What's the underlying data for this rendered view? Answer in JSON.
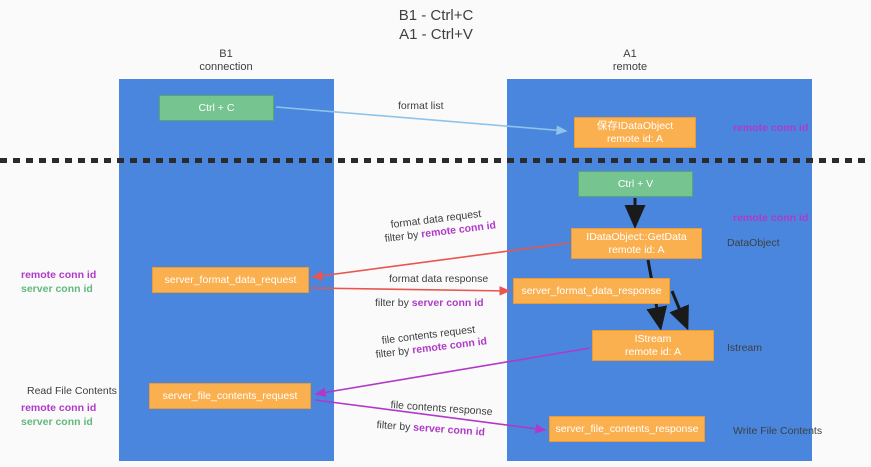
{
  "title": "B1 - Ctrl+C\nA1 - Ctrl+V",
  "columns": {
    "left": "B1\nconnection",
    "right": "A1\nremote"
  },
  "nodes": {
    "ctrl_c": "Ctrl + C",
    "data_object": "保存IDataObject\nremote id: A",
    "ctrl_v": "Ctrl + V",
    "get_data": "IDataObject::GetData\nremote id: A",
    "server_format_data_request": "server_format_data_request",
    "server_format_data_response": "server_format_data_response",
    "istream": "IStream\nremote id: A",
    "server_file_contents_request": "server_file_contents_request",
    "server_file_contents_response": "server_file_contents_response"
  },
  "annotations": {
    "remote_conn_id_top": "remote conn id",
    "remote_conn_id_mid": "remote conn id",
    "data_object_label": "DataObject",
    "istream_label": "Istream",
    "write_file_contents": "Write File Contents",
    "read_file_contents": "Read File Contents",
    "remote_conn_id": "remote conn id",
    "server_conn_id": "server conn id"
  },
  "edge_labels": {
    "format_list": "format list",
    "format_data_request": "format data request",
    "filter_by": "filter by ",
    "remote_conn_id": "remote conn id",
    "format_data_response": "format data response",
    "server_conn_id": "server conn id",
    "file_contents_request": "file contents request",
    "file_contents_response": "file contents response"
  },
  "colors": {
    "panel": "#4a86dd",
    "green_node": "#76c490",
    "orange_node": "#fbb050",
    "magenta_text": "#b039c9",
    "green_text": "#63b87e",
    "red_arrow": "#e8564f",
    "blue_arrow": "#8fc4ea",
    "purple_arrow": "#b039c9",
    "black_arrow": "#1a1a1a"
  }
}
